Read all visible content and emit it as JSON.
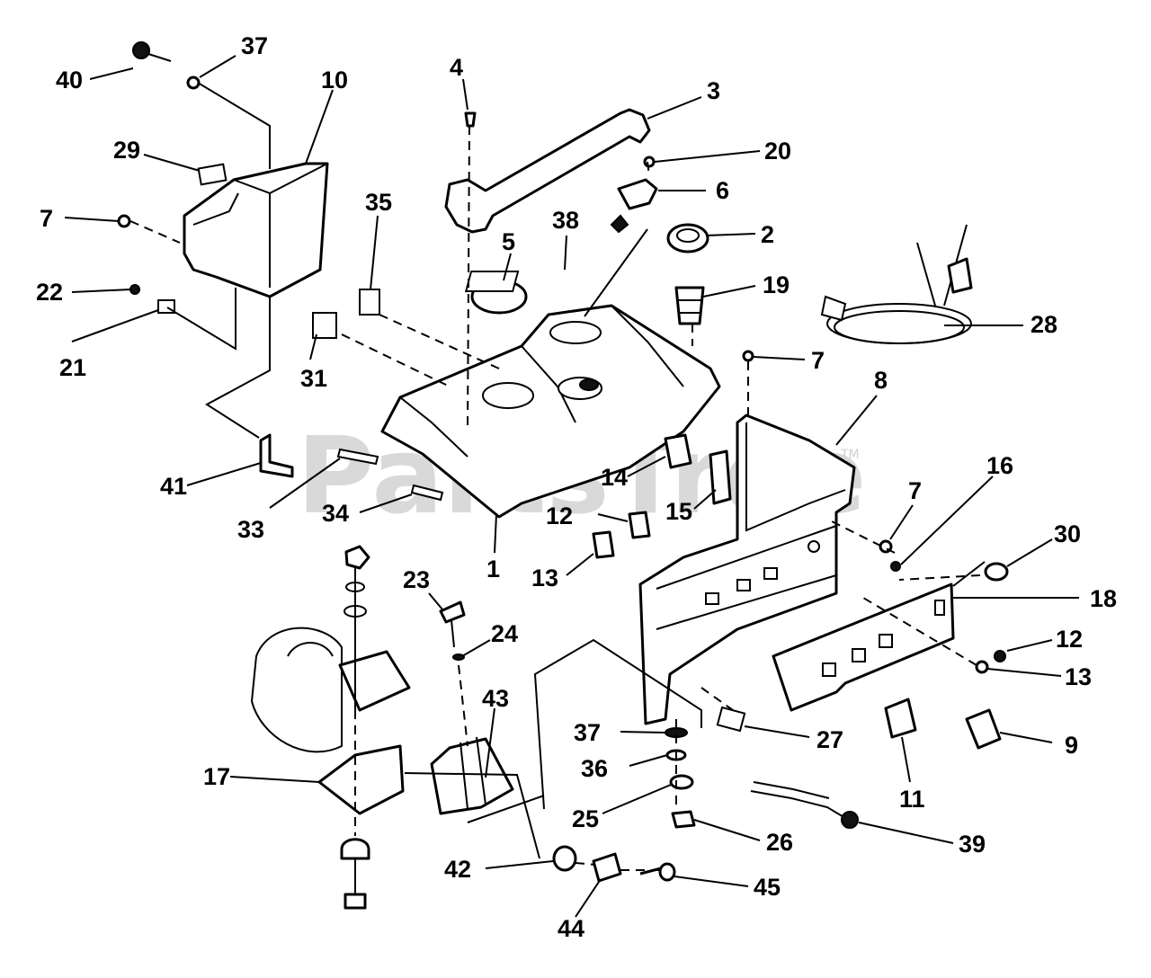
{
  "watermark": {
    "text": "PartsTree",
    "trademark": "TM"
  },
  "parts": [
    {
      "num": "1"
    },
    {
      "num": "2"
    },
    {
      "num": "3"
    },
    {
      "num": "4"
    },
    {
      "num": "5"
    },
    {
      "num": "6"
    },
    {
      "num": "7"
    },
    {
      "num": "7"
    },
    {
      "num": "7"
    },
    {
      "num": "8"
    },
    {
      "num": "9"
    },
    {
      "num": "10"
    },
    {
      "num": "11"
    },
    {
      "num": "12"
    },
    {
      "num": "12"
    },
    {
      "num": "13"
    },
    {
      "num": "13"
    },
    {
      "num": "14"
    },
    {
      "num": "15"
    },
    {
      "num": "16"
    },
    {
      "num": "17"
    },
    {
      "num": "18"
    },
    {
      "num": "19"
    },
    {
      "num": "20"
    },
    {
      "num": "21"
    },
    {
      "num": "22"
    },
    {
      "num": "23"
    },
    {
      "num": "24"
    },
    {
      "num": "25"
    },
    {
      "num": "26"
    },
    {
      "num": "27"
    },
    {
      "num": "28"
    },
    {
      "num": "29"
    },
    {
      "num": "30"
    },
    {
      "num": "31"
    },
    {
      "num": "33"
    },
    {
      "num": "34"
    },
    {
      "num": "35"
    },
    {
      "num": "36"
    },
    {
      "num": "37"
    },
    {
      "num": "37"
    },
    {
      "num": "38"
    },
    {
      "num": "39"
    },
    {
      "num": "40"
    },
    {
      "num": "41"
    },
    {
      "num": "42"
    },
    {
      "num": "43"
    },
    {
      "num": "44"
    },
    {
      "num": "45"
    }
  ]
}
